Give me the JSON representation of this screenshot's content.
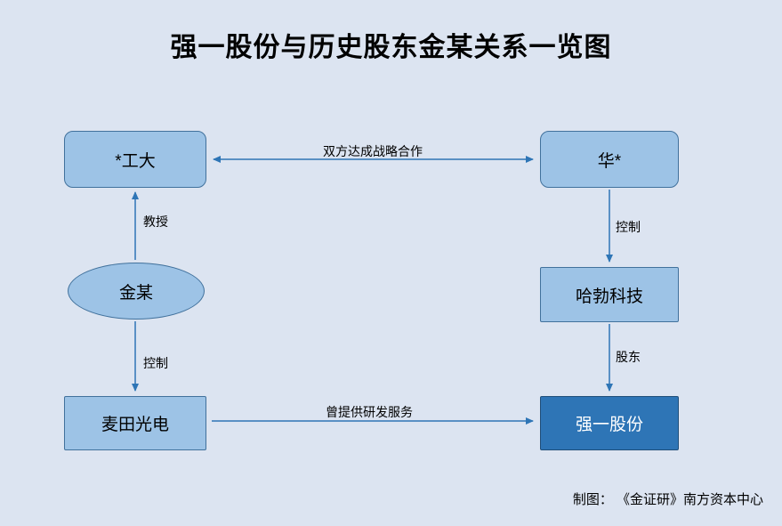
{
  "title": "强一股份与历史股东金某关系一览图",
  "nodes": {
    "gongda": "*工大",
    "hua": "华*",
    "jinmou": "金某",
    "habo": "哈勃科技",
    "maitian": "麦田光电",
    "qiangyi": "强一股份"
  },
  "edges": {
    "cooperation": "双方达成战略合作",
    "professor": "教授",
    "control_right": "控制",
    "control_left": "控制",
    "shareholder": "股东",
    "rd_service": "曾提供研发服务"
  },
  "credit": "制图： 《金证研》南方资本中心",
  "colors": {
    "background": "#dce4f1",
    "node_fill": "#9dc3e6",
    "node_border": "#41719c",
    "dark_node_fill": "#2e75b6",
    "arrow": "#2e75b6"
  }
}
